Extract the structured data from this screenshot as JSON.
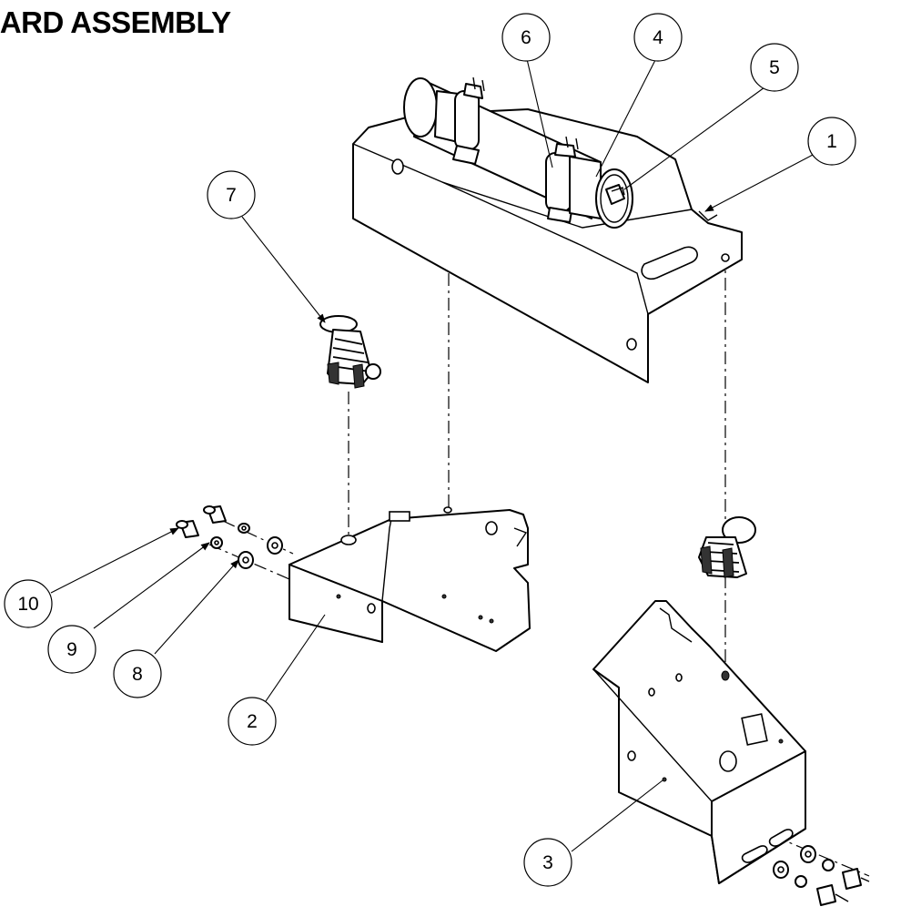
{
  "title": "JARD ASSEMBLY",
  "callouts": [
    {
      "id": "c1",
      "label": "1"
    },
    {
      "id": "c2",
      "label": "2"
    },
    {
      "id": "c3",
      "label": "3"
    },
    {
      "id": "c4",
      "label": "4"
    },
    {
      "id": "c5",
      "label": "5"
    },
    {
      "id": "c6",
      "label": "6"
    },
    {
      "id": "c7",
      "label": "7"
    },
    {
      "id": "c8",
      "label": "8"
    },
    {
      "id": "c9",
      "label": "9"
    },
    {
      "id": "c10",
      "label": "10"
    }
  ]
}
